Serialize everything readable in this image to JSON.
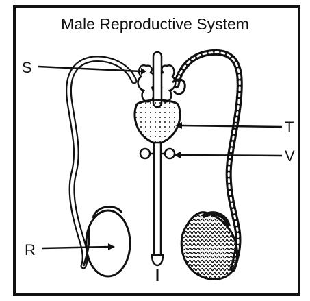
{
  "title": "Male Reproductive System",
  "labels": {
    "S": "S",
    "T": "T",
    "V": "V",
    "R": "R"
  }
}
